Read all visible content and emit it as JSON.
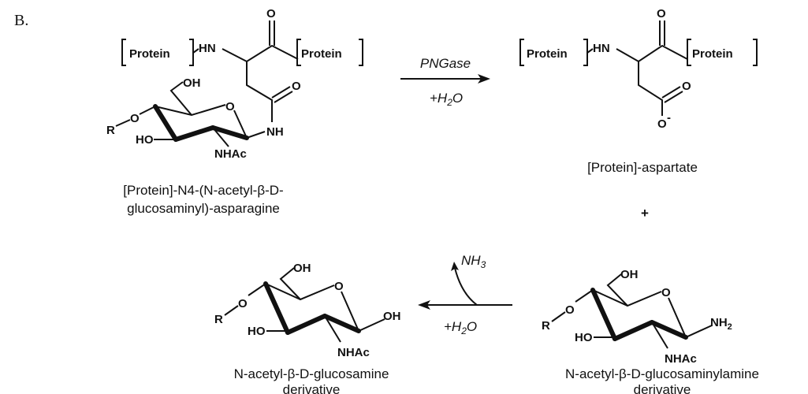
{
  "panel_label": "B.",
  "atoms": {
    "protein": "Protein",
    "hn": "HN",
    "nh": "NH",
    "o": "O",
    "o_minus": "O",
    "minus": "-",
    "oh": "OH",
    "ho": "HO",
    "r": "R",
    "nhac": "NHAc",
    "nh2": "NH",
    "sub2": "2"
  },
  "reaction1": {
    "enzyme": "PNGase",
    "reagent": "+H",
    "reagent_sub": "2",
    "reagent_tail": "O"
  },
  "reaction2": {
    "byproduct": "NH",
    "byproduct_sub": "3",
    "reagent": "+H",
    "reagent_sub": "2",
    "reagent_tail": "O"
  },
  "plus": "+",
  "compounds": {
    "substrate": [
      "[Protein]-N4-(N-acetyl-β-D-",
      "glucosaminyl)-asparagine"
    ],
    "aspartate": [
      "[Protein]-aspartate"
    ],
    "glucosamine": [
      "N-acetyl-β-D-glucosamine",
      "derivative"
    ],
    "glucosaminylamine": [
      "N-acetyl-β-D-glucosaminylamine",
      "derivative"
    ]
  }
}
